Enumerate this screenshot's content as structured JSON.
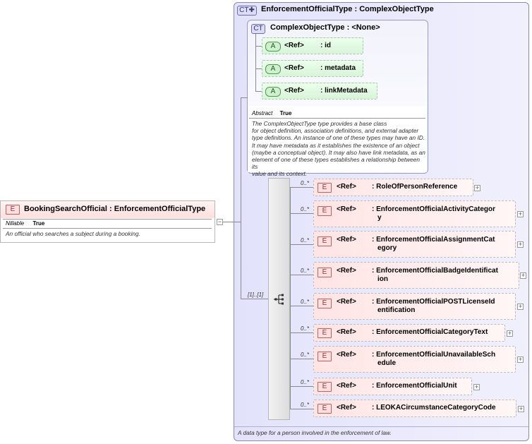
{
  "root": {
    "tag": "E",
    "name": "BookingSearchOfficial",
    "separator": ":",
    "type": "EnforcementOfficialType",
    "nillable_label": "Nillable",
    "nillable_value": "True",
    "doc": "An official who searches a subject during a booking.",
    "collapse": "−"
  },
  "outer_type": {
    "tag": "CT",
    "name": "EnforcementOfficialType",
    "separator": ":",
    "base": "ComplexObjectType",
    "doc": "A data type for a person involved in the enforcement of law."
  },
  "inner_type": {
    "tag": "CT",
    "title": "ComplexObjectType : <None>",
    "attributes": [
      {
        "tag": "A",
        "ref": "<Ref>",
        "name": ": id"
      },
      {
        "tag": "A",
        "ref": "<Ref>",
        "name": ": metadata"
      },
      {
        "tag": "A",
        "ref": "<Ref>",
        "name": ": linkMetadata"
      }
    ],
    "abstract_label": "Abstract",
    "abstract_value": "True",
    "doc_lines": [
      "The ComplexObjectType type provides a base class",
      "for object definition, association definitions, and external adapter",
      "type definitions. An instance of one of these types may have an ID.",
      "It may have metadata as it establishes the existence of an object",
      "(maybe a conceptual object). It may also have link metadata, as an",
      "element of one of these types establishes a relationship between its",
      "value and its context."
    ]
  },
  "sequence": {
    "cardinality": "[1]..[1]"
  },
  "elements": [
    {
      "tag": "E",
      "card": "0..*",
      "ref": "<Ref>",
      "lines": [
        ": RoleOfPersonReference"
      ]
    },
    {
      "tag": "E",
      "card": "0..*",
      "ref": "<Ref>",
      "lines": [
        ": EnforcementOfficialActivityCategor",
        "y"
      ]
    },
    {
      "tag": "E",
      "card": "0..*",
      "ref": "<Ref>",
      "lines": [
        ": EnforcementOfficialAssignmentCat",
        "egory"
      ]
    },
    {
      "tag": "E",
      "card": "0..*",
      "ref": "<Ref>",
      "lines": [
        ": EnforcementOfficialBadgeIdentificat",
        "ion"
      ]
    },
    {
      "tag": "E",
      "card": "0..*",
      "ref": "<Ref>",
      "lines": [
        ": EnforcementOfficialPOSTLicenseId",
        "entification"
      ]
    },
    {
      "tag": "E",
      "card": "0..*",
      "ref": "<Ref>",
      "lines": [
        ": EnforcementOfficialCategoryText"
      ]
    },
    {
      "tag": "E",
      "card": "0..*",
      "ref": "<Ref>",
      "lines": [
        ": EnforcementOfficialUnavailableSch",
        "edule"
      ]
    },
    {
      "tag": "E",
      "card": "0..*",
      "ref": "<Ref>",
      "lines": [
        ": EnforcementOfficialUnit"
      ]
    },
    {
      "tag": "E",
      "card": "0..*",
      "ref": "<Ref>",
      "lines": [
        ": LEOKACircumstanceCategoryCode"
      ]
    }
  ],
  "expand_symbol": "+"
}
